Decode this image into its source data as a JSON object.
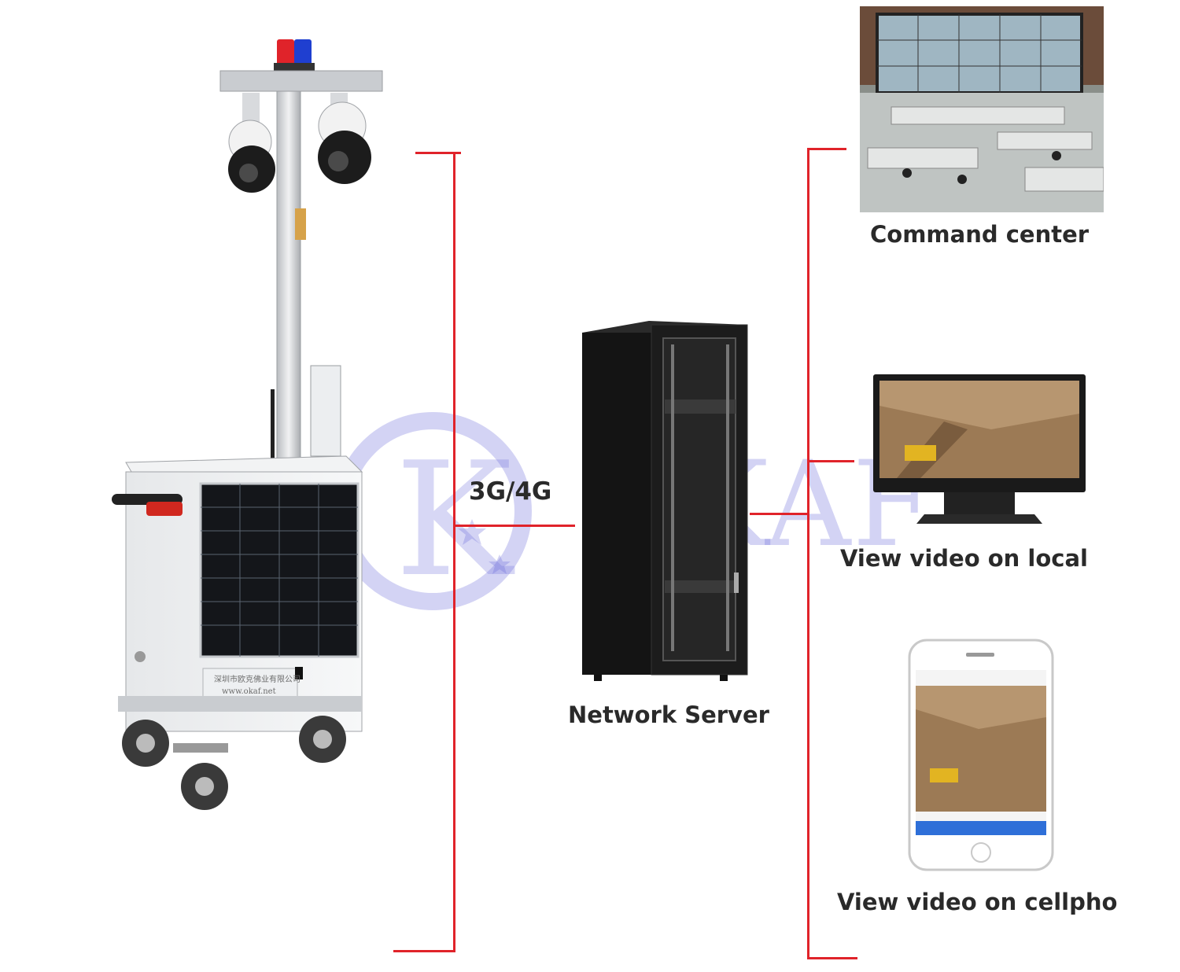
{
  "labels": {
    "link": "3G/4G",
    "server": "Network Server",
    "command_center": "Command center",
    "local": "View video on local",
    "cellphone": "View video on cellpho"
  },
  "trailer_plate": {
    "company": "深圳市欧克佛业有限公司",
    "website": "www.okaf.net"
  },
  "watermark_text": "OKAF",
  "colors": {
    "connector": "#e0232a",
    "text": "#2a2a2a",
    "watermark": "#6e6edc"
  }
}
